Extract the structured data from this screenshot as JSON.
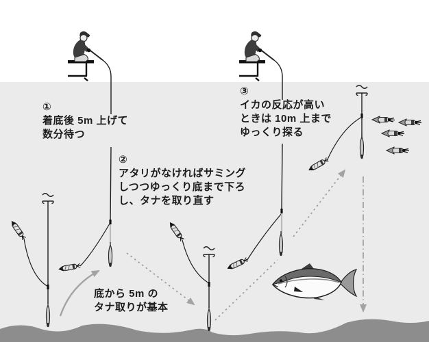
{
  "annotations": {
    "step1": {
      "number": "①",
      "lines": [
        "着底後 5m 上げて",
        "数分待つ"
      ]
    },
    "step2": {
      "number": "②",
      "lines": [
        "アタリがなければサミング",
        "しつつゆっくり底まで下ろ",
        "し、タナを取り直す"
      ]
    },
    "step3": {
      "number": "③",
      "lines": [
        "イカの反応が高い",
        "ときは 10m 上まで",
        "ゆっくり探る"
      ]
    },
    "bottom_note": {
      "lines": [
        "底から 5m の",
        "タナ取りが基本"
      ]
    }
  },
  "colors": {
    "sky": "#ffffff",
    "water": "#ebebeb",
    "seabed": "#8d8d8d",
    "text": "#1b1b1b",
    "rig_line": "#1d1d1d",
    "arrow": "#a3a3a3",
    "fish_back": "#6a6a6a"
  },
  "icons": {
    "angler": "seated-angler-icon",
    "boat_edge": "boat-gunwale-icon",
    "jig": "squid-jig-icon",
    "sinker": "sinker-icon",
    "ripple": "line-break-ripple-icon",
    "squid": "squid-icon",
    "fish": "fish-icon"
  }
}
